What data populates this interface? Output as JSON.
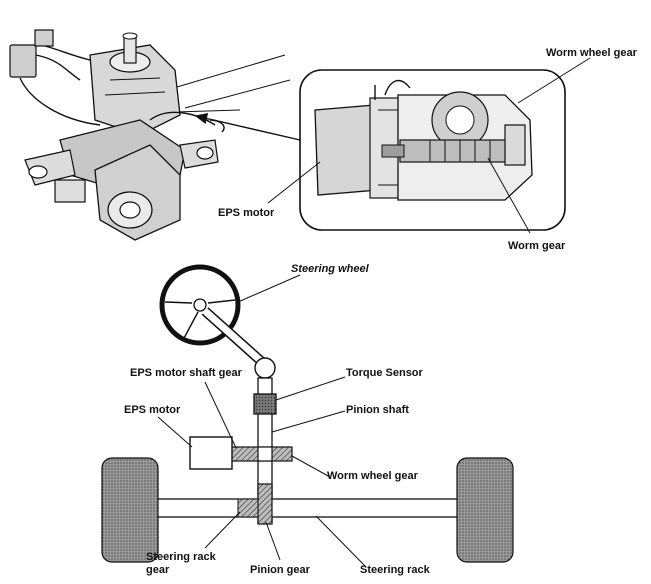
{
  "labels": {
    "worm_wheel_gear_top": "Worm wheel gear",
    "eps_motor_top": "EPS motor",
    "worm_gear": "Worm gear",
    "steering_wheel": "Steering wheel",
    "eps_motor_shaft_gear": "EPS motor shaft gear",
    "torque_sensor": "Torque Sensor",
    "pinion_shaft": "Pinion shaft",
    "eps_motor_bottom": "EPS motor",
    "worm_wheel_gear_bottom": "Worm wheel gear",
    "steering_rack_gear_line1": "Steering rack",
    "steering_rack_gear_line2": "gear",
    "pinion_gear": "Pinion gear",
    "steering_rack": "Steering rack"
  },
  "colors": {
    "ink": "#111111",
    "shade": "#8a8a8a",
    "background": "#ffffff"
  }
}
